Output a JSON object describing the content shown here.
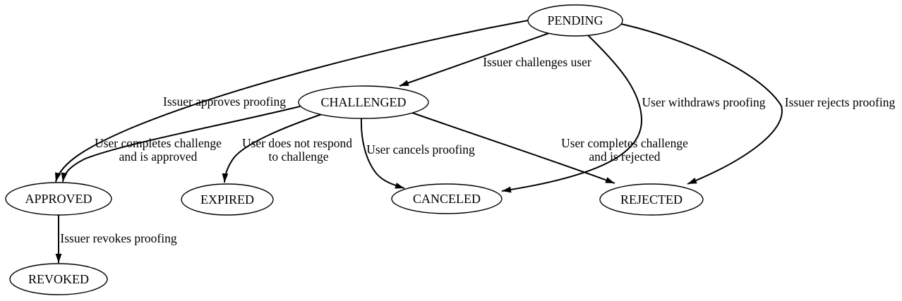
{
  "diagram": {
    "type": "state-machine-graph",
    "colors": {
      "background": "#ffffff",
      "node_fill": "#ffffff",
      "node_stroke": "#000000",
      "edge_stroke": "#000000",
      "text": "#000000"
    },
    "nodes": {
      "pending": {
        "label": "PENDING"
      },
      "challenged": {
        "label": "CHALLENGED"
      },
      "approved": {
        "label": "APPROVED"
      },
      "expired": {
        "label": "EXPIRED"
      },
      "canceled": {
        "label": "CANCELED"
      },
      "rejected": {
        "label": "REJECTED"
      },
      "revoked": {
        "label": "REVOKED"
      }
    },
    "edges": {
      "pending_to_challenged": {
        "from": "PENDING",
        "to": "CHALLENGED",
        "lines": [
          "Issuer challenges user"
        ]
      },
      "pending_to_approved": {
        "from": "PENDING",
        "to": "APPROVED",
        "lines": [
          "Issuer approves proofing"
        ]
      },
      "pending_to_canceled": {
        "from": "PENDING",
        "to": "CANCELED",
        "lines": [
          "User withdraws proofing"
        ]
      },
      "pending_to_rejected": {
        "from": "PENDING",
        "to": "REJECTED",
        "lines": [
          "Issuer rejects proofing"
        ]
      },
      "challenged_to_approved": {
        "from": "CHALLENGED",
        "to": "APPROVED",
        "lines": [
          "User completes challenge",
          "and is approved"
        ]
      },
      "challenged_to_expired": {
        "from": "CHALLENGED",
        "to": "EXPIRED",
        "lines": [
          "User does not respond",
          "to challenge"
        ]
      },
      "challenged_to_canceled": {
        "from": "CHALLENGED",
        "to": "CANCELED",
        "lines": [
          "User cancels proofing"
        ]
      },
      "challenged_to_rejected": {
        "from": "CHALLENGED",
        "to": "REJECTED",
        "lines": [
          "User completes challenge",
          "and is rejected"
        ]
      },
      "approved_to_revoked": {
        "from": "APPROVED",
        "to": "REVOKED",
        "lines": [
          "Issuer revokes proofing"
        ]
      }
    }
  }
}
